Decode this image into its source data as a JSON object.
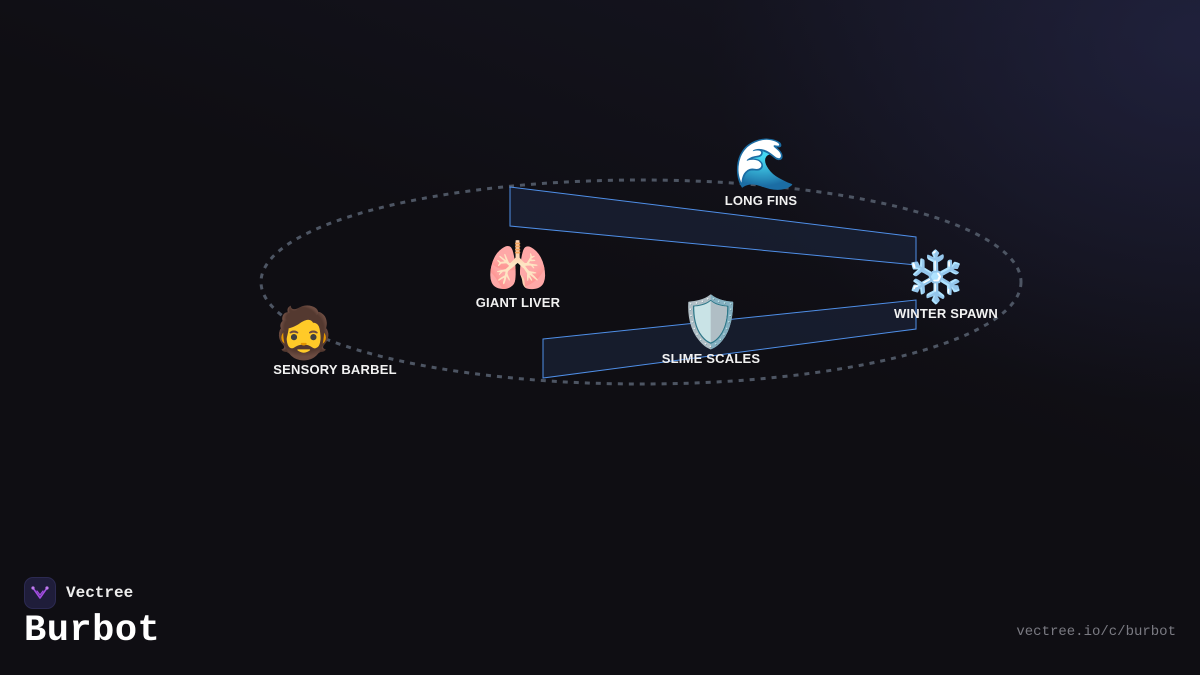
{
  "diagram": {
    "nodes": [
      {
        "id": "sensory-barbel",
        "label": "SENSORY BARBEL",
        "emoji": "🧔"
      },
      {
        "id": "giant-liver",
        "label": "GIANT LIVER",
        "emoji": "🫁"
      },
      {
        "id": "long-fins",
        "label": "LONG FINS",
        "emoji": "🌊"
      },
      {
        "id": "slime-scales",
        "label": "SLIME SCALES",
        "emoji": "🛡️"
      },
      {
        "id": "winter-spawn",
        "label": "WINTER SPAWN",
        "emoji": "❄️"
      }
    ]
  },
  "colors": {
    "background": "#0f0e13",
    "orbit": "#4d5563",
    "band_stroke": "#4f8fe8",
    "band_fill": "#1a2236",
    "logo_accent": "#a24de0"
  },
  "footer": {
    "brand": "Vectree",
    "title": "Burbot",
    "url": "vectree.io/c/burbot"
  }
}
